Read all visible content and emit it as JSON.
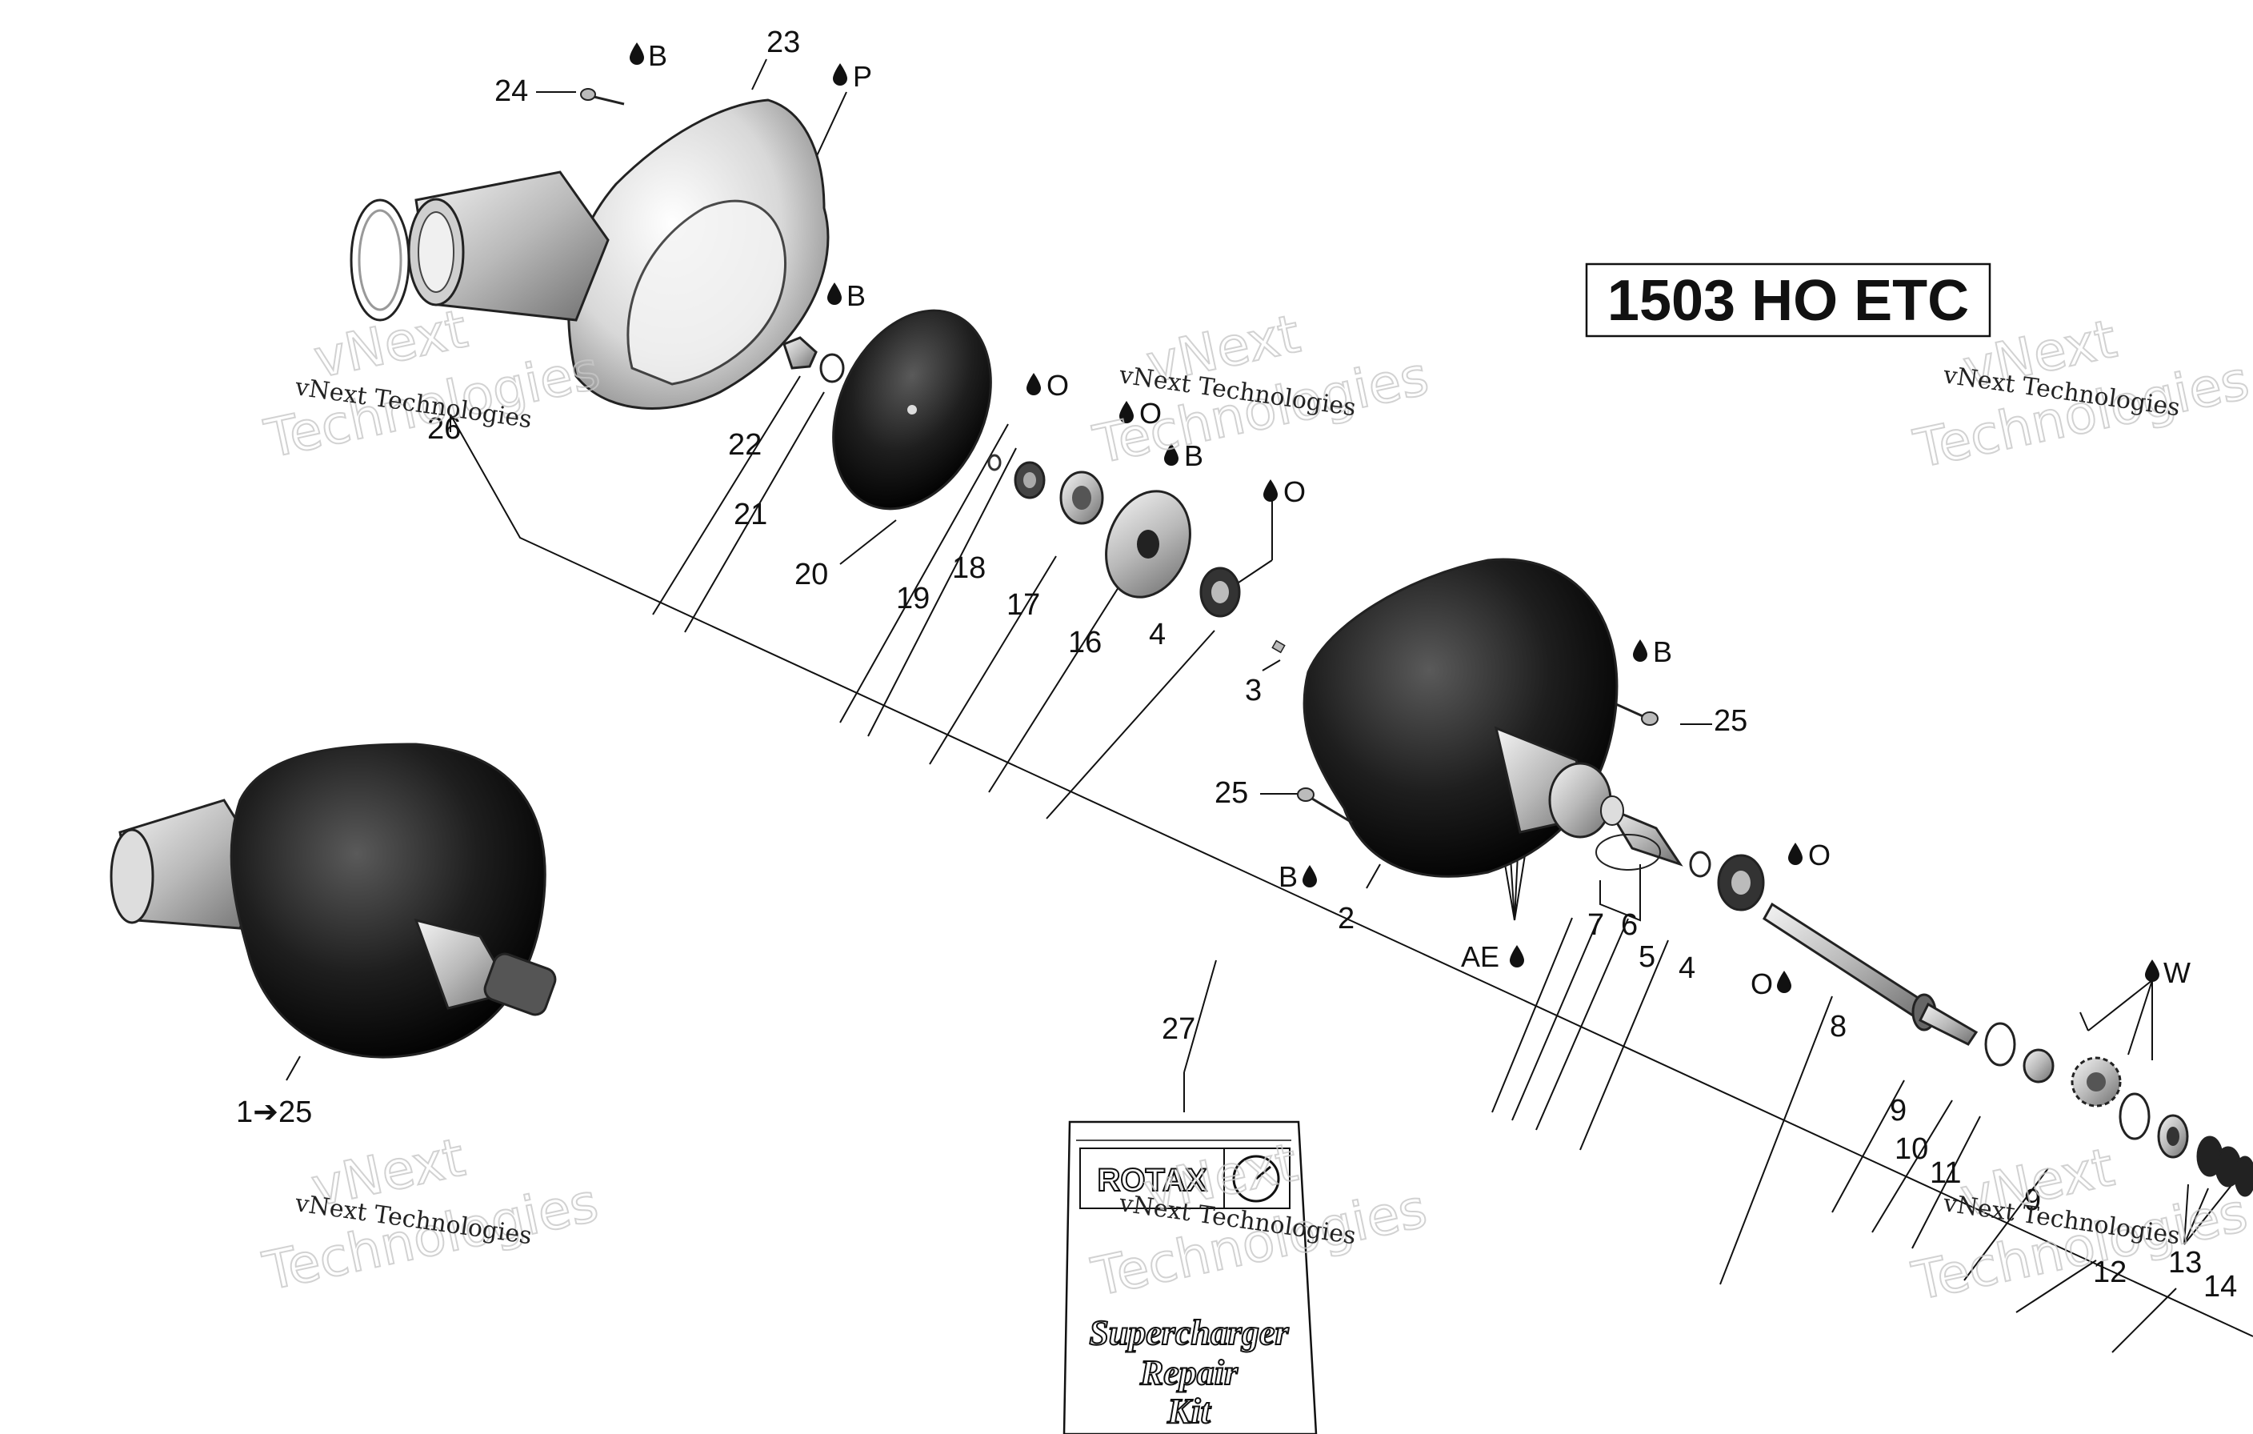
{
  "title": "1503 HO ETC",
  "watermark": {
    "line1": "vNext",
    "line2": "Technologies",
    "small": "vNext Technologies"
  },
  "kit": {
    "brand": "ROTAX",
    "line1": "Supercharger",
    "line2": "Repair",
    "line3": "Kit"
  },
  "callouts": {
    "c1": "1➔25",
    "c2": "2",
    "c3": "3",
    "c4a": "4",
    "c4b": "4",
    "c5": "5",
    "c6": "6",
    "c7": "7",
    "c8": "8",
    "c9a": "9",
    "c9b": "9",
    "c10": "10",
    "c11": "11",
    "c12": "12",
    "c13": "13",
    "c14": "14",
    "c16": "16",
    "c17": "17",
    "c18": "18",
    "c19": "19",
    "c20": "20",
    "c21": "21",
    "c22": "22",
    "c23": "23",
    "c24": "24",
    "c25a": "25",
    "c25b": "25",
    "c26": "26",
    "c27": "27"
  },
  "lubricants": {
    "b1": "B",
    "p": "P",
    "b2": "B",
    "o1": "O",
    "o2": "O",
    "b3": "B",
    "o3": "O",
    "b4": "B",
    "b5": "B",
    "ae": "AE",
    "o4": "O",
    "o5": "O",
    "w": "W"
  },
  "colors": {
    "ink": "#111111",
    "part_light": "#e2e2e2",
    "part_dark": "#1c1c1c",
    "watermark": "#c8c8c8"
  }
}
